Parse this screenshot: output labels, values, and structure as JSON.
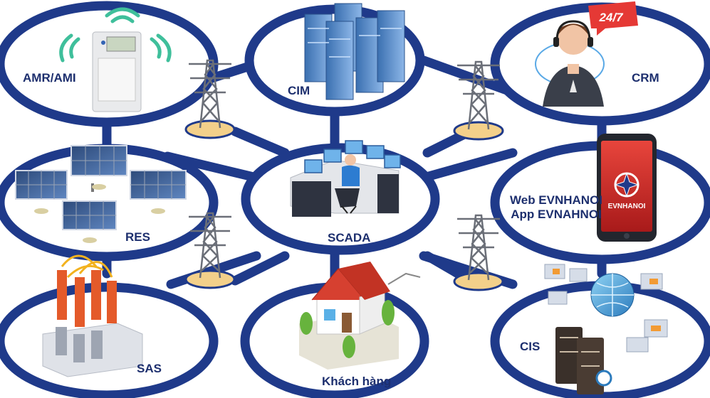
{
  "diagram": {
    "nodes": [
      {
        "id": "amr",
        "label": "AMR/AMI",
        "icon": "smart-meter-icon"
      },
      {
        "id": "cim",
        "label": "CIM",
        "icon": "server-rack-icon"
      },
      {
        "id": "crm",
        "label": "CRM",
        "icon": "call-center-agent-icon",
        "badge": "24/7"
      },
      {
        "id": "res",
        "label": "RES",
        "icon": "solar-panel-icon"
      },
      {
        "id": "scada",
        "label": "SCADA",
        "icon": "control-room-operator-icon"
      },
      {
        "id": "web",
        "label_line1": "Web EVNHANOI",
        "label_line2": "App EVNAHNOI",
        "icon": "mobile-phone-icon",
        "screen_text": "EVNHANOI"
      },
      {
        "id": "sas",
        "label": "SAS",
        "icon": "substation-equipment-icon"
      },
      {
        "id": "khach",
        "label": "Khách hàng",
        "icon": "house-icon"
      },
      {
        "id": "cis",
        "label": "CIS",
        "icon": "database-server-icon"
      }
    ],
    "connector_icon": "transmission-tower-icon",
    "colors": {
      "ring": "#1f3a8a",
      "label": "#1d2f6e",
      "tower_base": "#f3d08a"
    }
  }
}
